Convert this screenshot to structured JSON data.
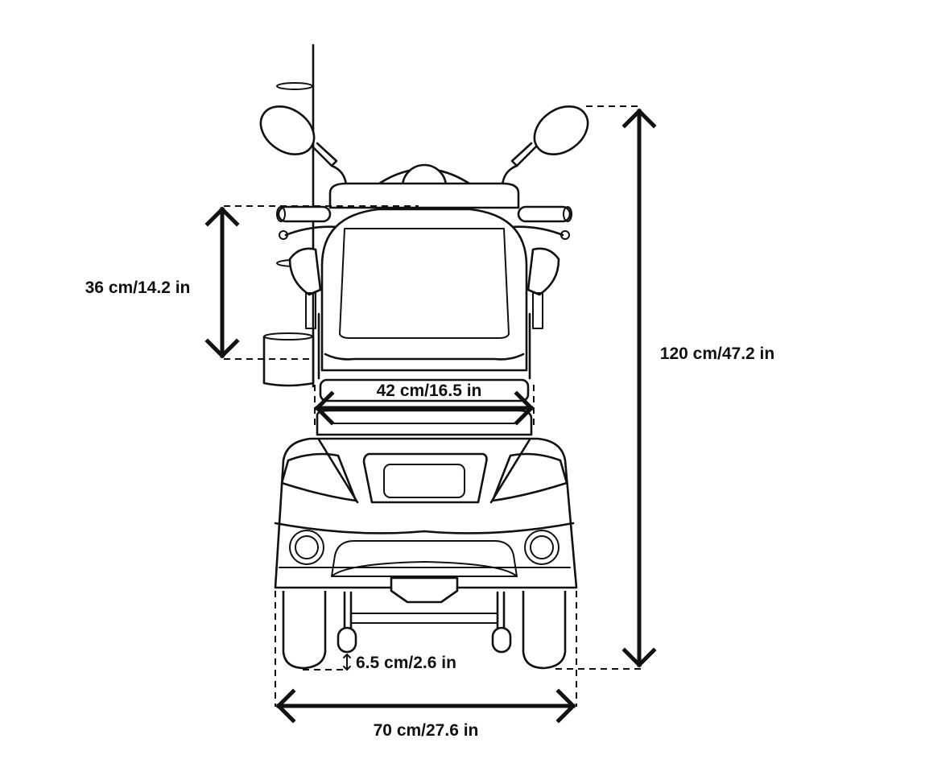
{
  "diagram": {
    "title": "Mobility scooter front view dimensions",
    "subject": "Four-wheel mobility scooter, front view",
    "dimensions": {
      "seat_back_height": {
        "label": "36 cm/14.2 in",
        "cm": 36,
        "in": 14.2
      },
      "total_height": {
        "label": "120 cm/47.2 in",
        "cm": 120,
        "in": 47.2
      },
      "seat_width": {
        "label": "42 cm/16.5 in",
        "cm": 42,
        "in": 16.5
      },
      "ground_clearance": {
        "label": "6.5 cm/2.6 in",
        "cm": 6.5,
        "in": 2.6
      },
      "overall_width": {
        "label": "70 cm/27.6 in",
        "cm": 70,
        "in": 27.6
      }
    },
    "colors": {
      "line": "#111111",
      "background": "#ffffff"
    }
  }
}
